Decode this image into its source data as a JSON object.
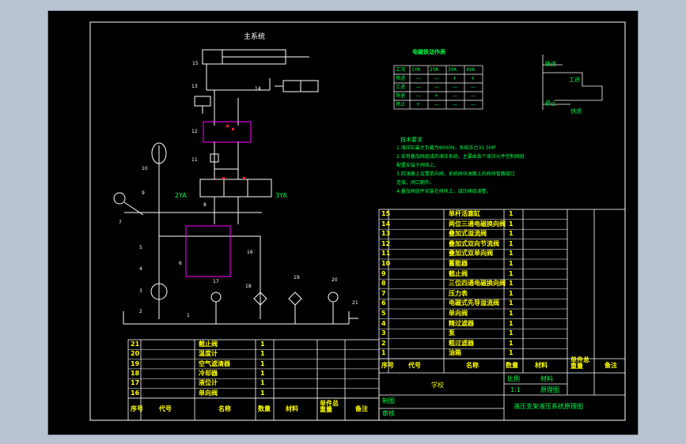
{
  "main_title": "主系统",
  "component_numbers": [
    "15",
    "14",
    "13",
    "12",
    "11",
    "10",
    "9",
    "8",
    "7",
    "6",
    "5",
    "4",
    "3",
    "2",
    "1",
    "16",
    "17",
    "18",
    "19",
    "20",
    "21"
  ],
  "valve_labels": {
    "left": "2YA",
    "right": "3YA"
  },
  "action_table": {
    "title": "电磁铁动作表",
    "header": [
      "工况",
      "1YA",
      "2YA",
      "3YA",
      "4YA"
    ],
    "rows": [
      [
        "快进",
        "—",
        "—",
        "+",
        "+"
      ],
      [
        "工进",
        "—",
        "—",
        "—",
        "—"
      ],
      [
        "快退",
        "—",
        "+",
        "—",
        "—"
      ],
      [
        "停止",
        "+",
        "—",
        "—",
        "—"
      ]
    ]
  },
  "cycle_diagram": {
    "steps": [
      "快进",
      "工进",
      "停止",
      "快退"
    ]
  },
  "tech_requirements": {
    "title": "技术要求",
    "lines": [
      "1.液压缸最大负载为8000N，系统压力31.5MP",
      "2.采用叠加阀组成的液压系统，主要由各个液压元件控制阀组",
      "配置安装于阀块上。",
      "3.回油路上设置单向阀，系统阀块油路上的阀块管路接口",
      "连接，阀口朝外。",
      "4.叠加阀组件安装在阀块上，减压阀组调整。"
    ]
  },
  "parts_list_right": {
    "rows": [
      {
        "no": "15",
        "name": "单杆活塞缸",
        "qty": "1"
      },
      {
        "no": "14",
        "name": "两位三通电磁换向阀",
        "qty": "1"
      },
      {
        "no": "13",
        "name": "叠加式溢流阀",
        "qty": "1"
      },
      {
        "no": "12",
        "name": "叠加式双向节流阀",
        "qty": "1"
      },
      {
        "no": "11",
        "name": "叠加式双单向阀",
        "qty": "1"
      },
      {
        "no": "10",
        "name": "蓄能器",
        "qty": "1"
      },
      {
        "no": "9",
        "name": "截止阀",
        "qty": "1"
      },
      {
        "no": "8",
        "name": "三位四通电磁换向阀",
        "qty": "1"
      },
      {
        "no": "7",
        "name": "压力表",
        "qty": "1"
      },
      {
        "no": "6",
        "name": "电磁式先导溢流阀",
        "qty": "1"
      },
      {
        "no": "5",
        "name": "单向阀",
        "qty": "1"
      },
      {
        "no": "4",
        "name": "精过滤器",
        "qty": "1"
      },
      {
        "no": "3",
        "name": "泵",
        "qty": "1"
      },
      {
        "no": "2",
        "name": "粗过滤器",
        "qty": "1"
      },
      {
        "no": "1",
        "name": "油箱",
        "qty": "1"
      }
    ],
    "header": {
      "no": "序号",
      "code": "代号",
      "name": "名称",
      "qty": "数量",
      "material": "材料",
      "weight": "单件总重量",
      "note": "备注"
    }
  },
  "parts_list_left": {
    "rows": [
      {
        "no": "21",
        "name": "截止阀",
        "qty": "1"
      },
      {
        "no": "20",
        "name": "温度计",
        "qty": "1"
      },
      {
        "no": "19",
        "name": "空气滤清器",
        "qty": "1"
      },
      {
        "no": "18",
        "name": "冷却器",
        "qty": "1"
      },
      {
        "no": "17",
        "name": "液位计",
        "qty": "1"
      },
      {
        "no": "16",
        "name": "单向阀",
        "qty": "1"
      }
    ],
    "header": {
      "no": "序号",
      "code": "代号",
      "name": "名称",
      "qty": "数量",
      "material": "材料",
      "weight": "单件总重量",
      "note": "备注"
    }
  },
  "title_block": {
    "school": "学校",
    "scale_label": "比例",
    "scale_value": "1:1",
    "material_label": "材料",
    "drawing_label": "原理图",
    "drawn_label": "制图",
    "checked_label": "审核",
    "drawing_title": "液压支架液压系统原理图"
  }
}
